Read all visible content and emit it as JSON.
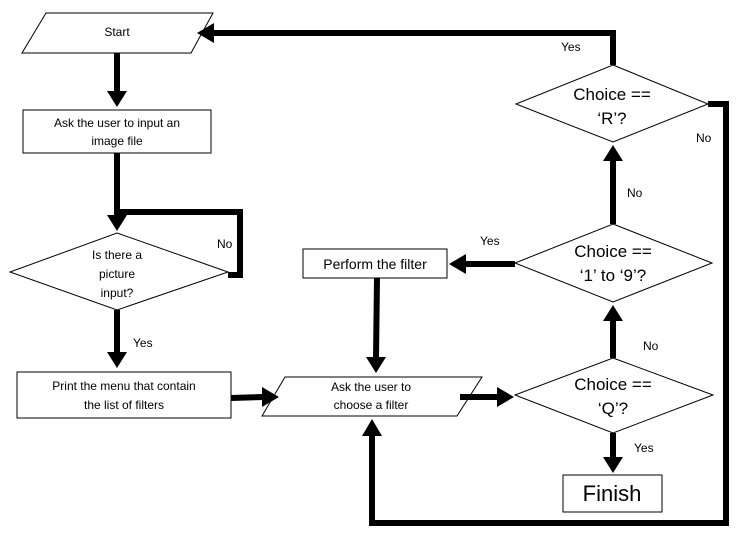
{
  "nodes": {
    "start": "Start",
    "ask_image": [
      "Ask the user to input an",
      "image file"
    ],
    "is_picture": [
      "Is there a",
      "picture",
      "input?"
    ],
    "print_menu": [
      "Print the menu that contain",
      "the list of filters"
    ],
    "ask_filter": [
      "Ask the user to",
      "choose a filter"
    ],
    "choice_q": [
      "Choice ==",
      "‘Q’?"
    ],
    "choice_19": [
      "Choice ==",
      "‘1’ to ‘9’?"
    ],
    "choice_r": [
      "Choice ==",
      "‘R’?"
    ],
    "perform": "Perform the filter",
    "finish": "Finish"
  },
  "edges": {
    "picture_no": "No",
    "picture_yes": "Yes",
    "q_yes": "Yes",
    "q_no": "No",
    "f19_yes": "Yes",
    "f19_no": "No",
    "r_yes": "Yes",
    "r_no": "No"
  }
}
